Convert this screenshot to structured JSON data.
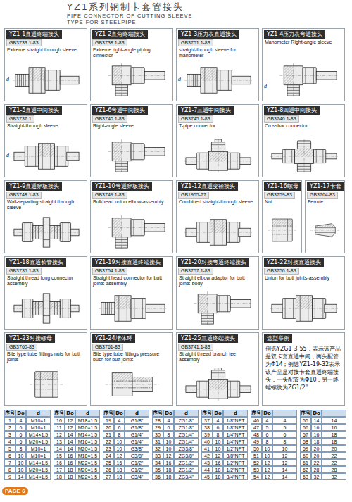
{
  "diagram": {
    "title": "YZ1系列钢制卡套管接头",
    "nodes": [
      {
        "text": [
          "YZ1-1直通终端接头",
          "GB3733.1-83",
          "Extreme straight through sleeve"
        ]
      },
      {
        "text": [
          "YZ1-2直角终端接头",
          "GB3738.1-83",
          "Extreme right-angle piping cinnector"
        ]
      },
      {
        "text": [
          "YZ1-3压力表直通接头",
          "GB3751.1-83",
          "straight-through sleeve for manometer"
        ]
      },
      {
        "text": [
          "YZ1-4压力表弯通接头",
          "Manometer Right-angle sleeve"
        ]
      },
      {
        "text": [
          "YZ1-5直通中间接头",
          "GB3737.1",
          "Straight-through sleeve"
        ]
      },
      {
        "text": [
          "YZ1-6弯通中间接头",
          "GB3740.1-83",
          "Right-angle sleeve"
        ]
      },
      {
        "text": [
          "YZ1-7三通中间接头",
          "GB3745.1-83",
          "T-pipe connector"
        ]
      },
      {
        "text": [
          "YZ1-8四通中间接头",
          "GB3746.1-83",
          "Crossbar connector"
        ]
      },
      {
        "text": [
          "YZ1-9直通穿板接头",
          "GB3748.1-83",
          "Wall-separting straight through sleeve"
        ]
      },
      {
        "text": [
          "YZ1-10弯通穿板接头",
          "GB3749.1-83",
          "Bulkhead union elbow-assembly"
        ]
      },
      {
        "text": [
          "YZ1-12直通变径接头",
          "GB1955-77",
          "Combined straight-through sleeve"
        ]
      },
      {
        "text": [
          "YZ1-16螺母",
          "GB3759-83",
          "Nut"
        ]
      },
      {
        "text": [
          "YZ1-17卡套",
          "GB3764-83",
          "Ferrule"
        ]
      },
      {
        "text": [
          "YZ1-18直通长管接头",
          "GB3735.1-83",
          "Straight thread long connector assembly"
        ]
      },
      {
        "text": [
          "YZ1-19对接直通终端接头",
          "GB3754.1-83",
          "Straight head connector for butt joints-assembly"
        ]
      },
      {
        "text": [
          "YZ1-20对接弯通终端接头",
          "GB3757.1-83",
          "Straight elbow adaptor for butt joints-body"
        ]
      },
      {
        "text": [
          "YZ1-22对接直通接头",
          "GB3756.1-83",
          "Union for butt joints-assembly"
        ]
      },
      {
        "text": [
          "YZ1-23对接螺母",
          "GB3760-83",
          "Bite type tube fittings nuts for butt joints"
        ]
      },
      {
        "text": [
          "YZ1-24堵体环",
          "GB3761-83",
          "Bite type tube fittings pressure bush for butt joints"
        ]
      },
      {
        "text": [
          "YZ1-25三通终端接头",
          "GB3741.1-83",
          "Straight thread branch tee assembly"
        ]
      },
      {
        "text": [
          "选型举例",
          "例选YZG1-3-55，表示该产品是双卡套直通中间，两头配管为Φ14；例选YZ1-19-32表示该产品是对接卡套直通终端接头，一头配管为Φ10，另一终端螺纹为ZG1/2\""
        ]
      }
    ],
    "labels": [
      "PIPE CONNECTOR OF CUTTING SLEEVE TYPE FOR STEELPIPE",
      "d",
      "d",
      "d",
      "d",
      "PAGE 6",
      "序号",
      "Do",
      "d",
      "1",
      "4",
      "M10×1",
      "2",
      "6",
      "M10×1",
      "3",
      "6",
      "M14×1.5",
      "4",
      "6",
      "M20×1.5",
      "5",
      "8",
      "M10×1",
      "6",
      "10",
      "M10×1",
      "7",
      "10",
      "M14×1.5",
      "8",
      "10",
      "M20×1.5",
      "9",
      "14",
      "M14×1.5",
      "序号",
      "Do",
      "d",
      "10",
      "12",
      "M18×1.5",
      "11",
      "12",
      "M20×1.5",
      "12",
      "14",
      "M14×1.5",
      "13",
      "14",
      "M16×1.5",
      "14",
      "14",
      "M20×1.5",
      "15",
      "16",
      "M18×1.5",
      "16",
      "16",
      "M22×1.5",
      "17",
      "18",
      "M20×1.5",
      "18",
      "18",
      "M22×1.5",
      "序号",
      "Do",
      "d",
      "19",
      "4",
      "G1/8\"",
      "20",
      "6",
      "G1/8\"",
      "21",
      "8",
      "G1/4\"",
      "22",
      "10",
      "G1/4\"",
      "23",
      "10",
      "G3/8\"",
      "24",
      "12",
      "G3/8\"",
      "25",
      "16",
      "G1/2\"",
      "26",
      "18",
      "G1/2\"",
      "27",
      "18",
      "G3/4\"",
      "序号",
      "Do",
      "d",
      "28",
      "4",
      "ZG1/8\"",
      "29",
      "6",
      "ZG1/8\"",
      "30",
      "8",
      "ZG1/4\"",
      "31",
      "10",
      "ZG1/4\"",
      "32",
      "10",
      "ZG3/8\"",
      "33",
      "12",
      "ZG3/8\"",
      "34",
      "16",
      "ZG1/2\"",
      "35",
      "18",
      "ZG1/2\"",
      "36",
      "18",
      "ZG3/4\"",
      "序号",
      "Do",
      "d",
      "37",
      "4",
      "1/8\"NPT",
      "38",
      "6",
      "1/8\"NPT",
      "39",
      "8",
      "1/4\"NPT",
      "40",
      "10",
      "1/4\"NPT",
      "41",
      "10",
      "1/2\"NPT",
      "42",
      "12",
      "3/8\"NPT",
      "43",
      "16",
      "1/2\"NPT",
      "44",
      "18",
      "1/2\"NPT",
      "45",
      "18",
      "3/4\"NPT",
      "序号",
      "Do",
      "46",
      "4",
      "4",
      "47",
      "5",
      "5",
      "48",
      "6",
      "6",
      "49",
      "8",
      "8",
      "50",
      "10",
      "10",
      "51",
      "10",
      "12",
      "52",
      "12",
      "12",
      "53",
      "12",
      "14",
      "54",
      "12",
      "14",
      "序号",
      "Do",
      "55",
      "14",
      "14",
      "56",
      "16",
      "16",
      "57",
      "16",
      "18",
      "58",
      "18",
      "18",
      "59",
      "20",
      "20",
      "60",
      "20",
      "22",
      "61",
      "22",
      "22",
      "62",
      "28",
      "28",
      "63",
      "32",
      "32"
    ]
  }
}
